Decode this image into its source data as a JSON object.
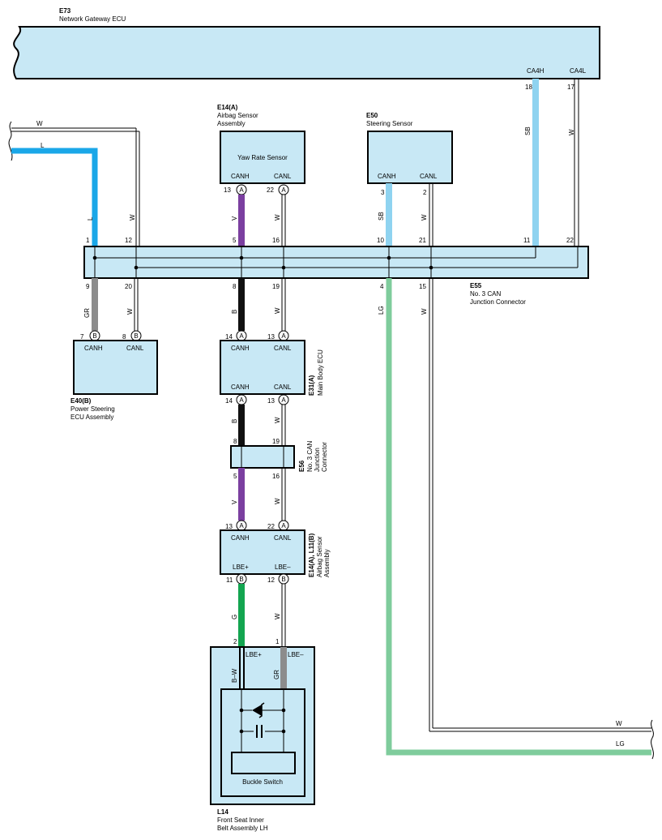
{
  "colors": {
    "box_fill": "#c8e8f5",
    "L": "#1aa7e8",
    "SB": "#8fd3f0",
    "V": "#7b3fa0",
    "B": "#111111",
    "G": "#13a550",
    "GR": "#8c8c8c",
    "LG": "#7fcc9c",
    "W": "#ffffff"
  },
  "gateway": {
    "code": "E73",
    "name": "Network Gateway ECU",
    "term_h": "CA4H",
    "term_l": "CA4L",
    "pin_h": "18",
    "pin_l": "17",
    "wire_h": "SB",
    "wire_l": "W"
  },
  "left_bus": {
    "wire_top": "W",
    "wire_blue": "L"
  },
  "airbag_top": {
    "code": "E14(A)",
    "name1": "Airbag Sensor",
    "name2": "Assembly",
    "inner": "Yaw Rate Sensor",
    "canh": "CANH",
    "canl": "CANL",
    "pin_h": "13",
    "pin_l": "22",
    "conn": "A",
    "wire_h": "V",
    "wire_l": "W"
  },
  "steering": {
    "code": "E50",
    "name": "Steering Sensor",
    "canh": "CANH",
    "canl": "CANL",
    "pin_h": "3",
    "pin_l": "2",
    "wire_h": "SB",
    "wire_l": "W"
  },
  "junction_main": {
    "code": "E55",
    "name1": "No.  3 CAN",
    "name2": "Junction Connector",
    "top_pins": [
      "1",
      "12",
      "5",
      "16",
      "10",
      "21",
      "11",
      "22"
    ],
    "bottom_pins": [
      "9",
      "20",
      "8",
      "19",
      "4",
      "15"
    ],
    "wire_top_left_l": "L",
    "wire_top_left_w": "W"
  },
  "power_steering": {
    "code": "E40(B)",
    "name1": "Power Steering",
    "name2": "ECU Assembly",
    "canh": "CANH",
    "canl": "CANL",
    "pin_h": "7",
    "pin_l": "8",
    "conn": "B",
    "wire_h": "GR",
    "wire_l": "W"
  },
  "main_body": {
    "code": "E31(A)",
    "name": "Main Body ECU",
    "canh_top": "CANH",
    "canl_top": "CANL",
    "canh_bot": "CANH",
    "canl_bot": "CANL",
    "pin_top_h": "14",
    "pin_top_l": "13",
    "pin_bot_h": "14",
    "pin_bot_l": "13",
    "conn": "A",
    "wire_top_h": "B",
    "wire_top_l": "W",
    "wire_bot_h": "B",
    "wire_bot_l": "W"
  },
  "junction_small": {
    "code": "E56",
    "name1": "No. 3 CAN",
    "name2": "Junction",
    "name3": "Connector",
    "pin_top_h": "8",
    "pin_top_l": "19",
    "pin_bot_h": "5",
    "pin_bot_l": "16",
    "wire_bot_h": "V",
    "wire_bot_l": "W"
  },
  "airbag_bottom": {
    "code": "E14(A), L11(B)",
    "name1": "Airbag Sensor",
    "name2": "Assembly",
    "canh": "CANH",
    "canl": "CANL",
    "lbe_plus": "LBE+",
    "lbe_minus": "LBE–",
    "pin_h": "13",
    "pin_l": "22",
    "conn_a": "A",
    "pin_lbe_plus": "11",
    "pin_lbe_minus": "12",
    "conn_b": "B",
    "wire_plus": "G",
    "wire_minus": "W"
  },
  "belt": {
    "code": "L14",
    "name1": "Front Seat Inner",
    "name2": "Belt Assembly LH",
    "pin_plus": "2",
    "pin_minus": "1",
    "lbe_plus": "LBE+",
    "lbe_minus": "LBE–",
    "wire_plus": "B–W",
    "wire_minus": "GR",
    "switch": "Buckle Switch"
  },
  "right_bus": {
    "wire_w": "W",
    "wire_lg": "LG"
  }
}
